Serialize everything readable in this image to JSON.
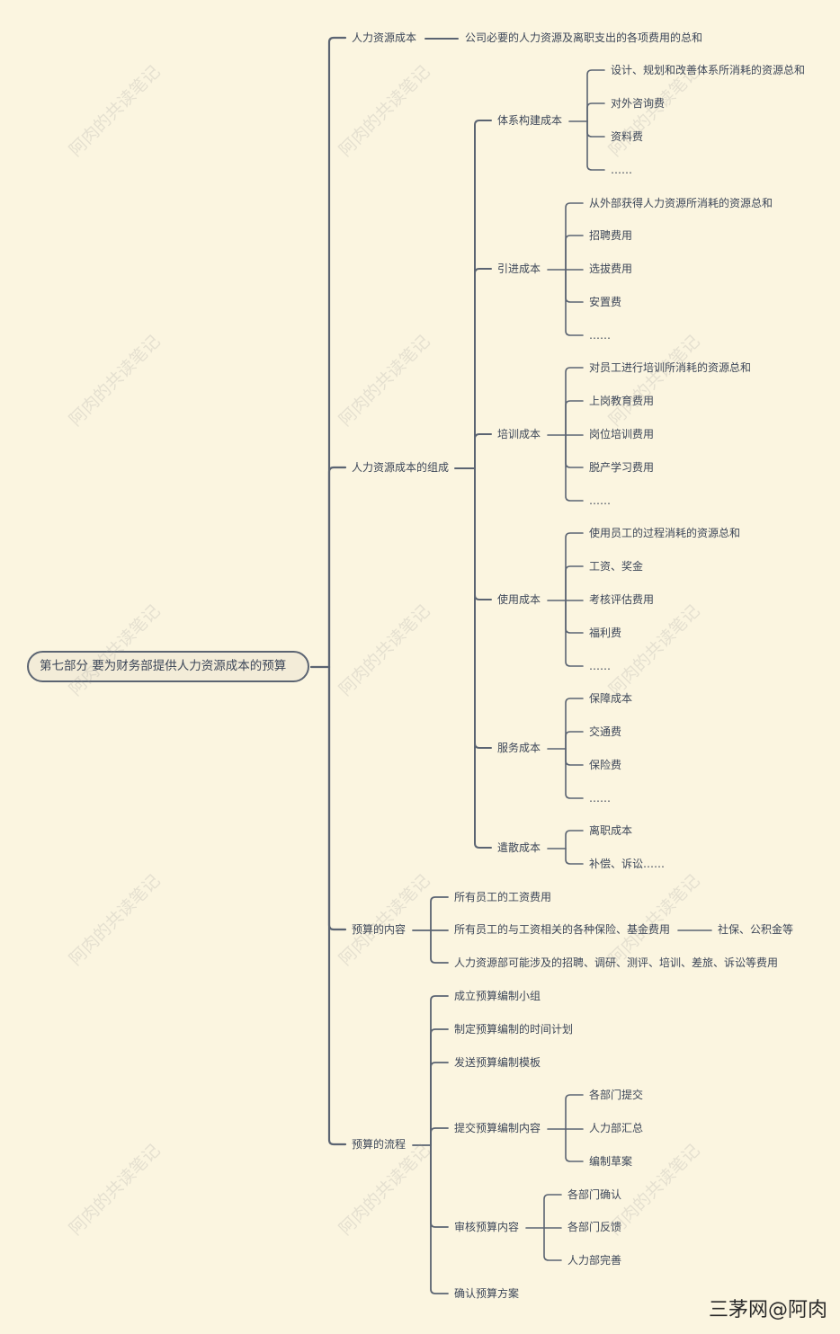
{
  "root": "第七部分  要为财务部提供人力资源成本的预算",
  "nodes": {
    "hr_cost": "人力资源成本",
    "hr_cost_def": "公司必要的人力资源及离职支出的各项费用的总和",
    "composition": "人力资源成本的组成",
    "system_build": "体系构建成本",
    "sb_1": "设计、规划和改善体系所消耗的资源总和",
    "sb_2": "对外咨询费",
    "sb_3": "资料费",
    "sb_4": "……",
    "intro": "引进成本",
    "in_1": "从外部获得人力资源所消耗的资源总和",
    "in_2": "招聘费用",
    "in_3": "选拔费用",
    "in_4": "安置费",
    "in_5": "……",
    "training": "培训成本",
    "tr_1": "对员工进行培训所消耗的资源总和",
    "tr_2": "上岗教育费用",
    "tr_3": "岗位培训费用",
    "tr_4": "脱产学习费用",
    "tr_5": "……",
    "usage": "使用成本",
    "us_1": "使用员工的过程消耗的资源总和",
    "us_2": "工资、奖金",
    "us_3": "考核评估费用",
    "us_4": "福利费",
    "us_5": "……",
    "service": "服务成本",
    "sv_1": "保障成本",
    "sv_2": "交通费",
    "sv_3": "保险费",
    "sv_4": "……",
    "dismiss": "遣散成本",
    "ds_1": "离职成本",
    "ds_2": "补偿、诉讼……",
    "budget_content": "预算的内容",
    "bc_1": "所有员工的工资费用",
    "bc_2": "所有员工的与工资相关的各种保险、基金费用",
    "bc_2a": "社保、公积金等",
    "bc_3": "人力资源部可能涉及的招聘、调研、测评、培训、差旅、诉讼等费用",
    "budget_flow": "预算的流程",
    "bf_1": "成立预算编制小组",
    "bf_2": "制定预算编制的时间计划",
    "bf_3": "发送预算编制模板",
    "bf_4": "提交预算编制内容",
    "bf_4a": "各部门提交",
    "bf_4b": "人力部汇总",
    "bf_4c": "编制草案",
    "bf_5": "审核预算内容",
    "bf_5a": "各部门确认",
    "bf_5b": "各部门反馈",
    "bf_5c": "人力部完善",
    "bf_6": "确认预算方案"
  },
  "watermark": "阿肉的共读笔记",
  "footer": "三茅网@阿肉",
  "colors": {
    "background": "#fbf5e0",
    "line": "#5b6472",
    "text": "#3c4658"
  }
}
